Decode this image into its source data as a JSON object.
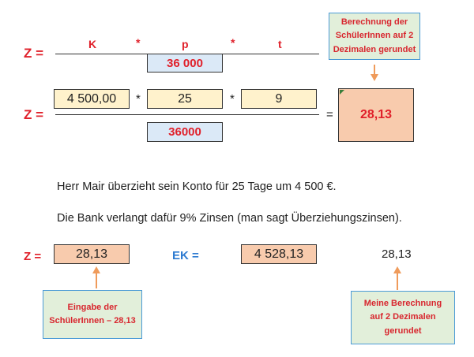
{
  "formula_header": {
    "z_label": "Z =",
    "k": "K",
    "star1": "*",
    "p": "p",
    "star2": "*",
    "t": "t",
    "denominator": "36 000"
  },
  "formula_values": {
    "z_label": "Z =",
    "capital": "4 500,00",
    "star1": "*",
    "rate": "25",
    "star2": "*",
    "days": "9",
    "denominator": "36000",
    "equals": "=",
    "result": "28,13"
  },
  "note_top": {
    "text_lines": [
      "Berechnung der",
      "SchülerInnen auf 2",
      "Dezimalen gerundet"
    ]
  },
  "sentences": {
    "line1": "Herr Mair überzieht sein Konto für 25 Tage um 4 500 €.",
    "line2": "Die Bank verlangt dafür 9% Zinsen (man sagt Überziehungszinsen)."
  },
  "answer_row": {
    "z_label": "Z =",
    "z_value": "28,13",
    "ek_label": "EK =",
    "ek_value": "4 528,13",
    "own_calc": "28,13"
  },
  "note_bottom_left": {
    "text_lines": [
      "Eingabe der",
      "SchülerInnen – 28,13"
    ]
  },
  "note_bottom_right": {
    "text_lines": [
      "Meine Berechnung",
      "auf 2 Dezimalen",
      "gerundet"
    ]
  },
  "colors": {
    "red": "#e0202a",
    "blue": "#2e7bd1",
    "orange_fill": "#f8cbad",
    "yellow_fill": "#fff2cc",
    "blue_fill": "#dbe9f7",
    "green_fill": "#e2efda",
    "arrow": "#ef9b5b"
  }
}
